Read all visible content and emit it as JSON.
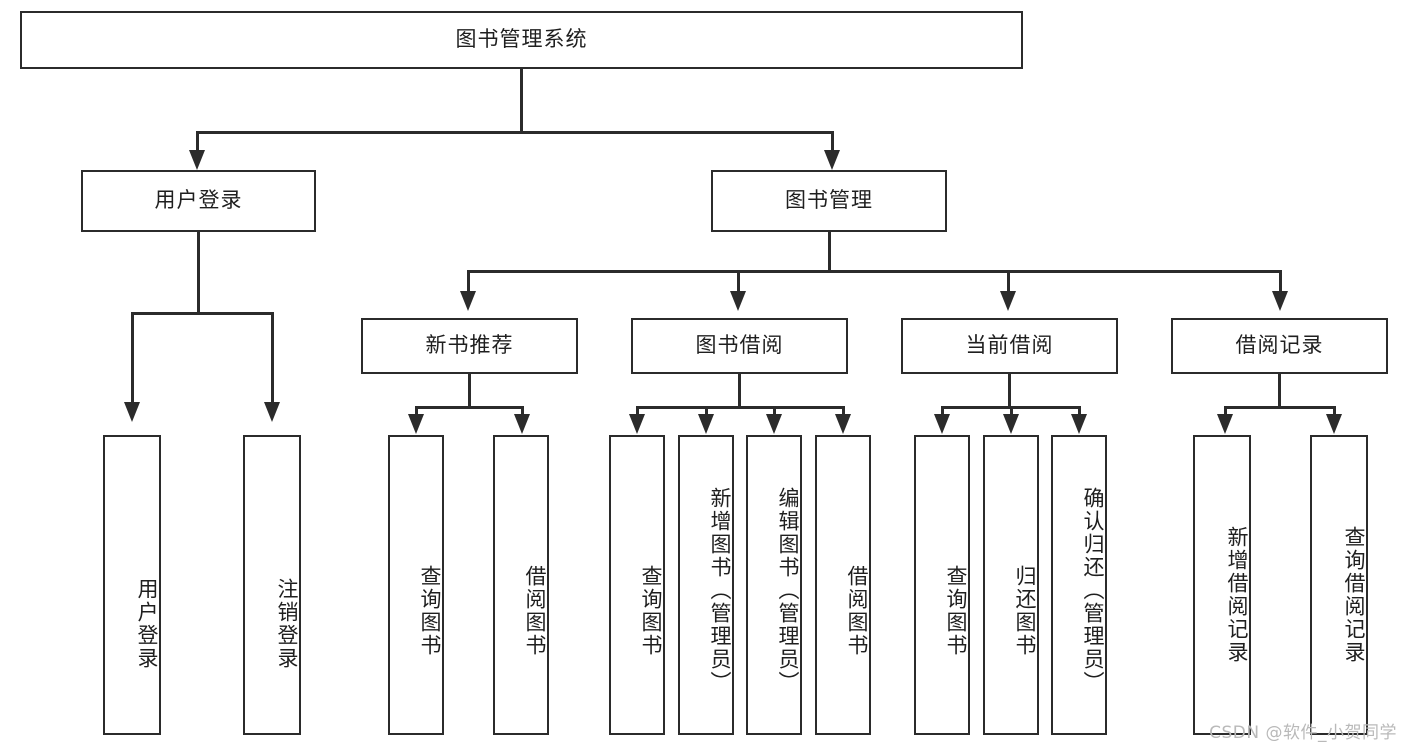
{
  "diagram": {
    "title": "图书管理系统",
    "type": "tree",
    "root": {
      "label": "图书管理系统",
      "name": "node-root-library-system"
    },
    "level2": [
      {
        "label": "用户登录",
        "name": "node-user-login"
      },
      {
        "label": "图书管理",
        "name": "node-book-management"
      }
    ],
    "level3": [
      {
        "label": "新书推荐",
        "name": "node-new-book-recommend"
      },
      {
        "label": "图书借阅",
        "name": "node-book-borrow"
      },
      {
        "label": "当前借阅",
        "name": "node-current-borrow"
      },
      {
        "label": "借阅记录",
        "name": "node-borrow-record"
      }
    ],
    "leaves": {
      "user_login": [
        {
          "label": "用户登录",
          "name": "leaf-user-login"
        },
        {
          "label": "注销登录",
          "name": "leaf-logout"
        }
      ],
      "new_book_recommend": [
        {
          "label": "查询图书",
          "name": "leaf-query-book-recommend"
        },
        {
          "label": "借阅图书",
          "name": "leaf-borrow-book-recommend"
        }
      ],
      "book_borrow": [
        {
          "label": "查询图书",
          "name": "leaf-query-book-borrow"
        },
        {
          "label": "新增图书（管理员）",
          "name": "leaf-add-book-admin"
        },
        {
          "label": "编辑图书（管理员）",
          "name": "leaf-edit-book-admin"
        },
        {
          "label": "借阅图书",
          "name": "leaf-borrow-book"
        }
      ],
      "current_borrow": [
        {
          "label": "查询图书",
          "name": "leaf-query-book-current"
        },
        {
          "label": "归还图书",
          "name": "leaf-return-book"
        },
        {
          "label": "确认归还（管理员）",
          "name": "leaf-confirm-return-admin"
        }
      ],
      "borrow_record": [
        {
          "label": "新增借阅记录",
          "name": "leaf-add-borrow-record"
        },
        {
          "label": "查询借阅记录",
          "name": "leaf-query-borrow-record"
        }
      ]
    },
    "watermark": "CSDN @软件_小贺同学",
    "colors": {
      "stroke": "#2b2b2b",
      "fill": "#ffffff",
      "text": "#1f1f1f",
      "watermark": "#b9b9b9"
    }
  }
}
